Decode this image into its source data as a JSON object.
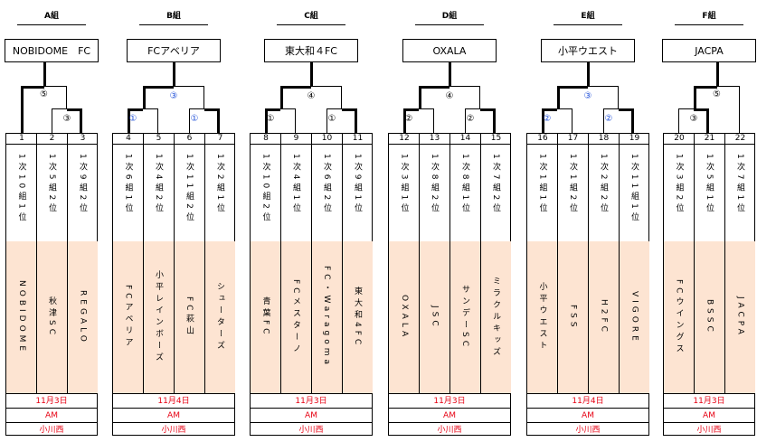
{
  "groups": [
    {
      "name": "A組",
      "winner": "NOBIDOME　FC",
      "rounds": {
        "final": "⑤",
        "semi": "③",
        "final_color": "black",
        "semi_color": "black"
      },
      "teams": [
        {
          "num": "1",
          "qual": "1次10組1位",
          "name": "NOBIDOME"
        },
        {
          "num": "2",
          "qual": "1次5組2位",
          "name": "秋津SC"
        },
        {
          "num": "3",
          "qual": "1次9組2位",
          "name": "REGALO"
        }
      ],
      "date": "11月3日",
      "time": "AM",
      "venue": "小川西"
    },
    {
      "name": "B組",
      "winner": "FCアベリア",
      "rounds": {
        "final": "③",
        "semi": "①",
        "semi2": "①",
        "final_color": "blue",
        "semi_color": "blue"
      },
      "teams": [
        {
          "num": "4",
          "qual": "1次6組1位",
          "name": "FCアベリア"
        },
        {
          "num": "5",
          "qual": "1次4組2位",
          "name": "小平レインボーズ"
        },
        {
          "num": "6",
          "qual": "1次11組2位",
          "name": "FC萩山"
        },
        {
          "num": "7",
          "qual": "1次2組1位",
          "name": "シューターズ"
        }
      ],
      "date": "11月4日",
      "time": "AM",
      "venue": "小川西"
    },
    {
      "name": "C組",
      "winner": "東大和４FC",
      "rounds": {
        "final": "④",
        "semi": "①",
        "semi2": "①",
        "final_color": "black",
        "semi_color": "black"
      },
      "teams": [
        {
          "num": "8",
          "qual": "1次10組2位",
          "name": "青葉FC"
        },
        {
          "num": "9",
          "qual": "1次4組1位",
          "name": "FCメスターノ"
        },
        {
          "num": "10",
          "qual": "1次6組2位",
          "name": "FC・Waragoma"
        },
        {
          "num": "11",
          "qual": "1次9組1位",
          "name": "東大和4FC"
        }
      ],
      "date": "11月3日",
      "time": "AM",
      "venue": "小川西"
    },
    {
      "name": "D組",
      "winner": "OXALA",
      "rounds": {
        "final": "④",
        "semi": "②",
        "semi2": "②",
        "final_color": "black",
        "semi_color": "black"
      },
      "teams": [
        {
          "num": "12",
          "qual": "1次3組1位",
          "name": "OXALA"
        },
        {
          "num": "13",
          "qual": "1次8組2位",
          "name": "JSC"
        },
        {
          "num": "14",
          "qual": "1次8組1位",
          "name": "サンデーSC"
        },
        {
          "num": "15",
          "qual": "1次7組2位",
          "name": "ミラクルキッズ"
        }
      ],
      "date": "11月3日",
      "time": "AM",
      "venue": "小川西"
    },
    {
      "name": "E組",
      "winner": "小平ウエスト",
      "rounds": {
        "final": "③",
        "semi": "②",
        "semi2": "②",
        "final_color": "blue",
        "semi_color": "blue"
      },
      "teams": [
        {
          "num": "16",
          "qual": "1次1組1位",
          "name": "小平ウエスト"
        },
        {
          "num": "17",
          "qual": "1次1組2位",
          "name": "FSS"
        },
        {
          "num": "18",
          "qual": "1次2組2位",
          "name": "H2FC"
        },
        {
          "num": "19",
          "qual": "1次11組1位",
          "name": "VIGORE"
        }
      ],
      "date": "11月4日",
      "time": "AM",
      "venue": "小川西"
    },
    {
      "name": "F組",
      "winner": "JACPA",
      "rounds": {
        "final": "⑤",
        "semi": "③",
        "final_color": "black",
        "semi_color": "black"
      },
      "teams": [
        {
          "num": "20",
          "qual": "1次3組2位",
          "name": "FCウイングス"
        },
        {
          "num": "21",
          "qual": "1次5組1位",
          "name": "BSSC"
        },
        {
          "num": "22",
          "qual": "1次7組1位",
          "name": "JACPA"
        }
      ],
      "date": "11月3日",
      "time": "AM",
      "venue": "小川西"
    }
  ]
}
